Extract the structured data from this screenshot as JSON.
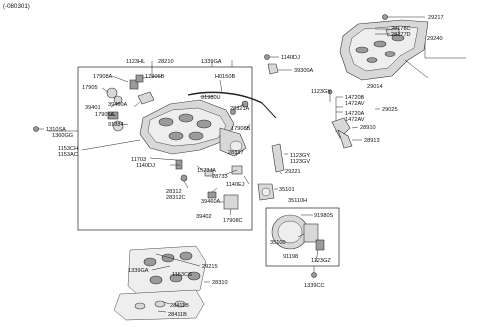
{
  "header": {
    "code": "(-080301)"
  },
  "labels": {
    "p29217": "29217",
    "p28178C": "28178C",
    "p28177D": "28177D",
    "p29240": "29240",
    "p29014": "29014",
    "p1123HL": "1123HL",
    "p28210": "28210",
    "p1339GA_top": "1339GA",
    "p1140DJ_top": "1140DJ",
    "p39300A": "39300A",
    "p17908A": "17908A",
    "p17905B": "17905B",
    "pH0150B": "H0150B",
    "p17905": "17905",
    "p39401": "39401",
    "p39460A_top": "39460A",
    "p91980U": "91980U",
    "p1123GY_top": "1123GY",
    "p14720B": "14720B",
    "p1472AV_1": "1472AV",
    "p29025": "29025",
    "p17905A": "17905A",
    "p91884": "91884",
    "p28321A": "28321A",
    "p17908B": "17908B",
    "p14720A": "14720A",
    "p1472AV_2": "1472AV",
    "p28910": "28910",
    "p28913": "28913",
    "p1310SA": "1310SA",
    "p1360GG": "1360GG",
    "p1153CH": "1153CH",
    "p1153AC": "1153AC",
    "p28317": "28317",
    "p1123GY_a": "1123GY",
    "p1123GV": "1123GV",
    "p11703": "11703",
    "p1140DJ_mid": "1140DJ",
    "p1573JA": "1573JA",
    "p28733": "28733",
    "p29221": "29221",
    "p28312": "28312",
    "p28312C": "28312C",
    "p1140EJ": "1140EJ",
    "p35101": "35101",
    "p39460A_bot": "39460A",
    "p39402": "39402",
    "p17908C": "17908C",
    "p35110H": "35110H",
    "p91980S": "91980S",
    "p35100": "35100",
    "p91198": "91198",
    "p1123GZ": "1123GZ",
    "p1339CC": "1339CC",
    "p29215": "29215",
    "p1339GA_bot": "1339GA",
    "p1153CS": "1153CS",
    "p28310": "28310",
    "p28411B_a": "28411B",
    "p28411B_b": "28411B"
  }
}
